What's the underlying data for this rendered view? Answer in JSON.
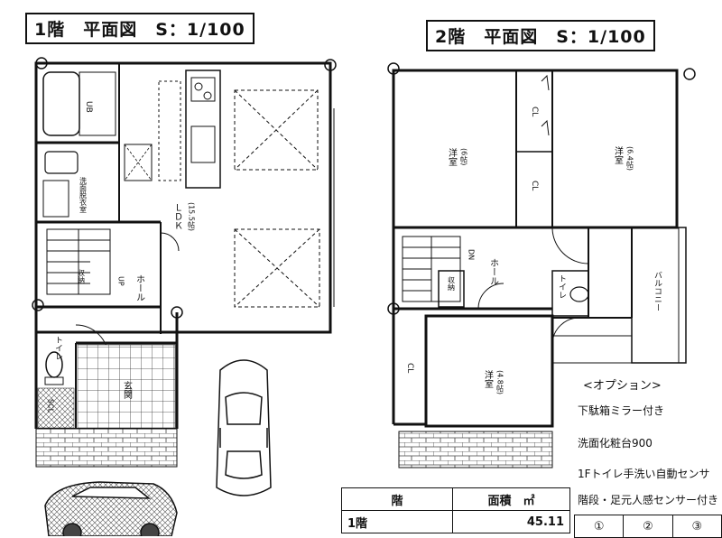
{
  "floor1": {
    "title": "1階　平面図　S：1/100",
    "rooms": {
      "ldk": "ＬＤＫ",
      "ldk_size": "(15.5帖)",
      "hall": "ホール",
      "up": "UP",
      "storage": "収納",
      "entrance": "玄関",
      "toilet": "トイレ",
      "scl": "SCL",
      "utility": "洗面脱衣室",
      "ub": "UB"
    }
  },
  "floor2": {
    "title": "2階　平面図　S：1/100",
    "rooms": {
      "western1": "洋室",
      "western1_size": "(6帖)",
      "western2": "洋室",
      "western2_size": "(6.4帖)",
      "western3": "洋室",
      "western3_size": "(4.8帖)",
      "cl": "CL",
      "dn": "DN",
      "hall": "ホール",
      "storage": "収納",
      "toilet": "トイレ",
      "balcony": "バルコニー"
    }
  },
  "options": {
    "heading": "<オプション>",
    "items": [
      "下駄箱ミラー付き",
      "洗面化粧台900",
      "1Fトイレ手洗い自動センサ",
      "階段・足元人感センサー付き"
    ]
  },
  "area_table": {
    "col_floor": "階",
    "col_area": "面積　㎡",
    "rows": [
      {
        "floor": "1階",
        "area": "45.11"
      }
    ],
    "circles": [
      "①",
      "②",
      "③"
    ]
  }
}
